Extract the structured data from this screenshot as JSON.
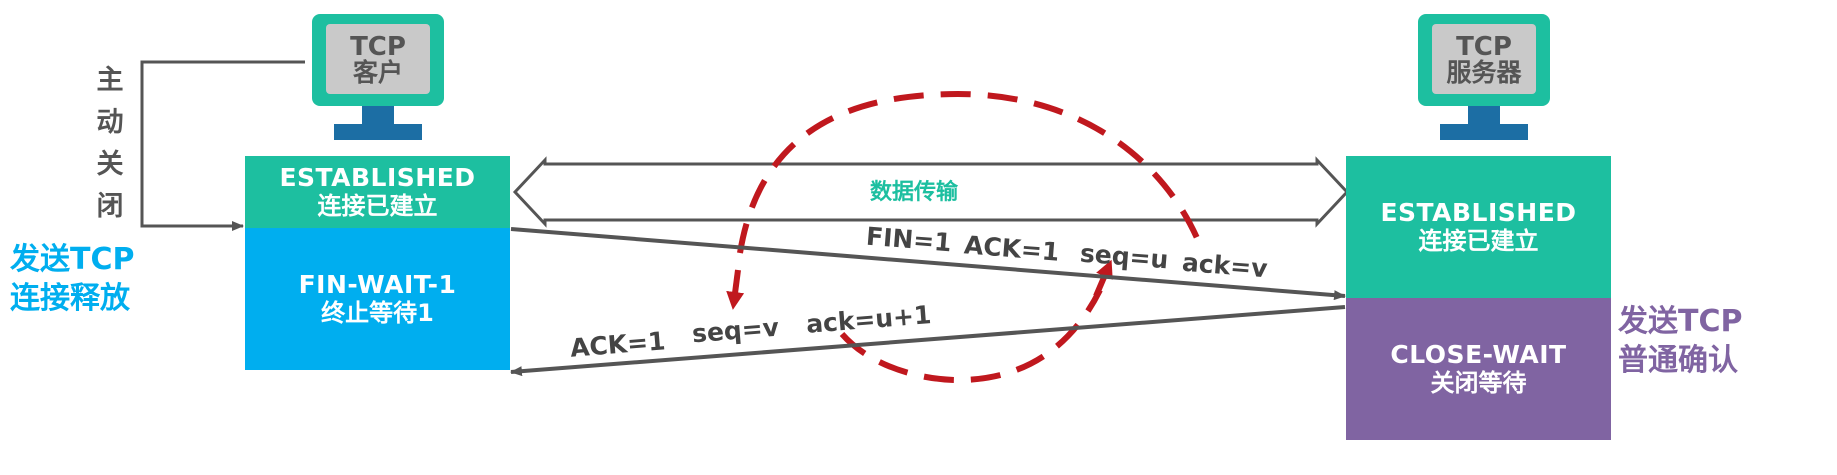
{
  "colors": {
    "teal": "#1dbfa0",
    "blue": "#00aeef",
    "purple": "#8064a2",
    "dark_blue": "#1c6ea4",
    "red_dashed": "#c0181e",
    "arrow_gray": "#555555"
  },
  "client": {
    "screen_line1": "TCP",
    "screen_line2": "客户",
    "established_en": "ESTABLISHED",
    "established_zh": "连接已建立",
    "state_en": "FIN-WAIT-1",
    "state_zh": "终止等待1",
    "active_close_chars": [
      "主",
      "动",
      "关",
      "闭"
    ],
    "send_label_line1": "发送TCP",
    "send_label_line2": "连接释放"
  },
  "server": {
    "screen_line1": "TCP",
    "screen_line2": "服务器",
    "established_en": "ESTABLISHED",
    "established_zh": "连接已建立",
    "state_en": "CLOSE-WAIT",
    "state_zh": "关闭等待",
    "send_label_line1": "发送TCP",
    "send_label_line2": "普通确认"
  },
  "data_transfer_label": "数据传输",
  "fin_message": {
    "fin": "FIN=1",
    "ack_flag": "ACK=1",
    "seq": "seq=u",
    "ack": "ack=v"
  },
  "ack_message": {
    "ack_flag": "ACK=1",
    "seq": "seq=v",
    "ack": "ack=u+1"
  }
}
